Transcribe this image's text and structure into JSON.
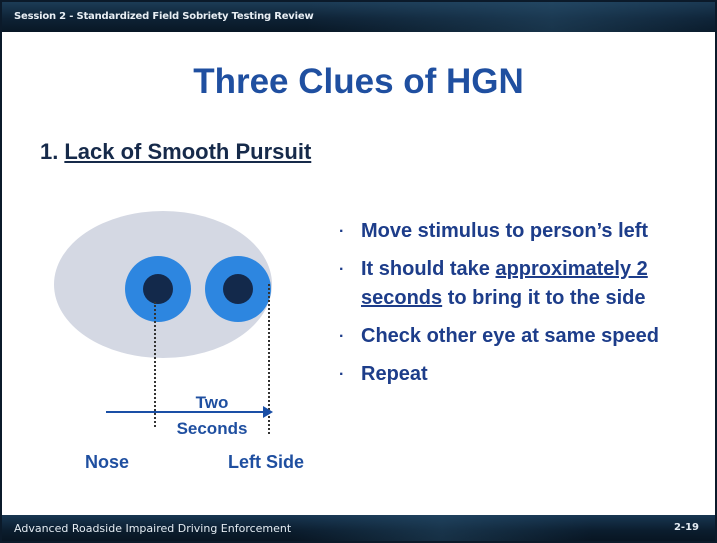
{
  "header": {
    "session_label": "Session 2 - Standardized Field Sobriety Testing Review"
  },
  "slide": {
    "title": "Three Clues of HGN",
    "clue_number": "1.",
    "clue_name": "Lack of Smooth Pursuit"
  },
  "diagram": {
    "two_label": "Two",
    "seconds_label": "Seconds",
    "nose_label": "Nose",
    "left_side_label": "Left Side",
    "colors": {
      "face": "#d4d8e3",
      "iris": "#2d86e0",
      "pupil": "#13294b",
      "arrow": "#1a4fa6"
    }
  },
  "bullets": {
    "b1": "Move stimulus to person’s left",
    "b2_pre": "It should take ",
    "b2_under1": "approximately 2",
    "b2_under2": "seconds",
    "b2_post": " to bring it to the side",
    "b3": "Check other eye at same speed",
    "b4": "Repeat",
    "marker": "·"
  },
  "footer": {
    "course": "Advanced Roadside Impaired Driving Enforcement",
    "page": "2-19"
  }
}
